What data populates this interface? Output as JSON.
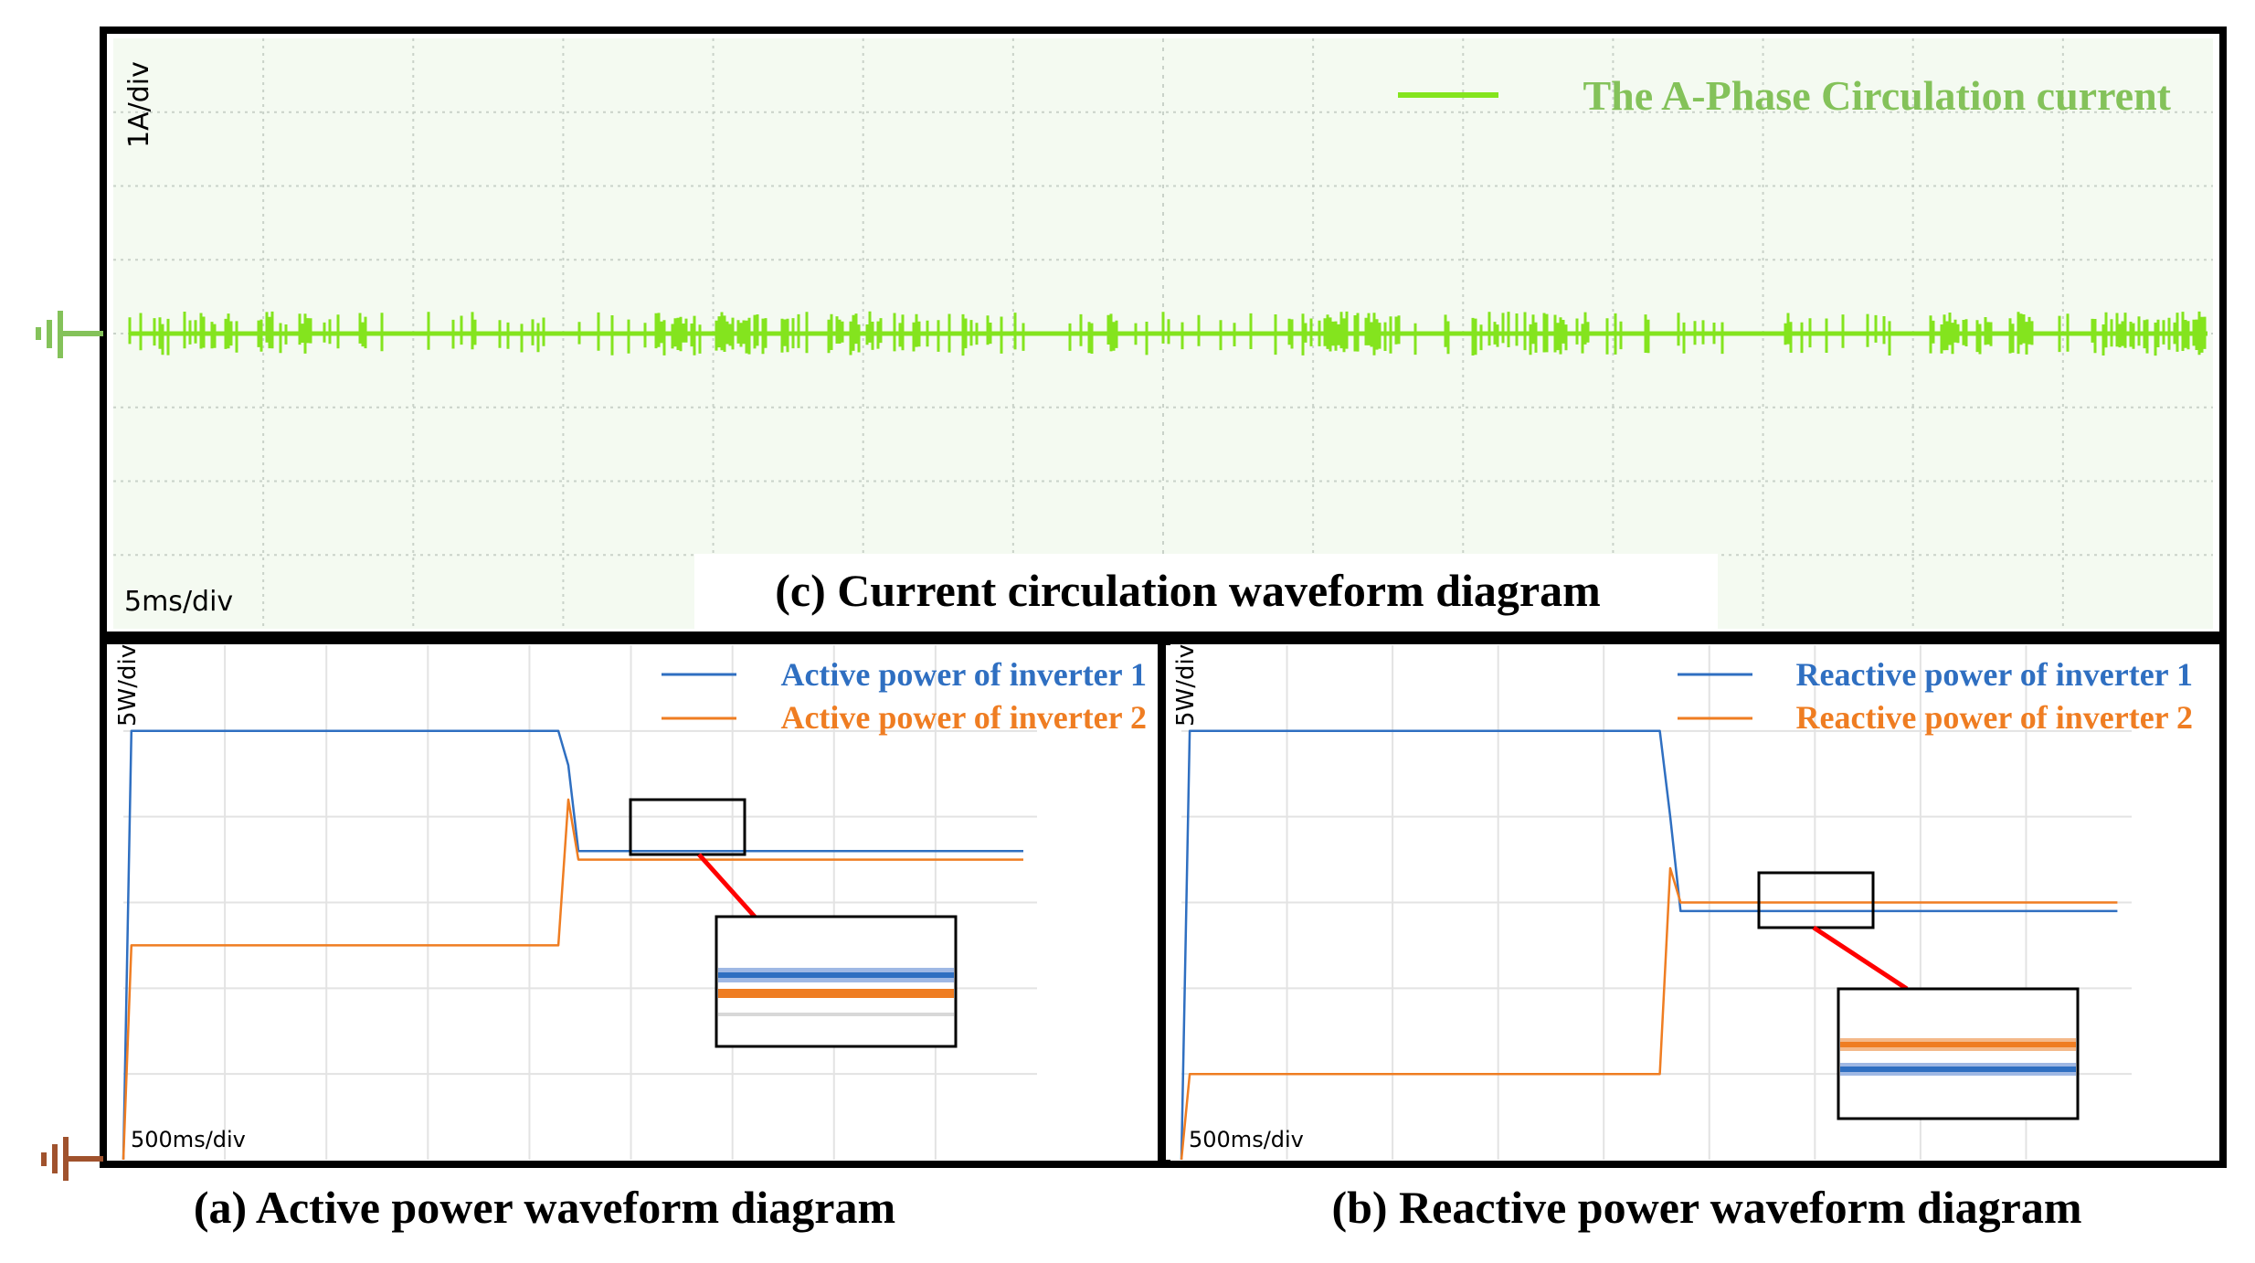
{
  "colors": {
    "circulation": "#84e41e",
    "inverter1": "#2f6fc1",
    "inverter2": "#ef7d22",
    "grid": "#cfd6cf",
    "zoom_line": "#ff0000",
    "ground_top": "#84c25a",
    "ground_bottom": "#a0522d"
  },
  "chart_data": [
    {
      "id": "c",
      "type": "line",
      "caption": "(c) Current circulation waveform diagram",
      "y_scale_label": "1A/div",
      "x_scale_label": "5ms/div",
      "grid": true,
      "grid_divisions": {
        "x": 14,
        "y": 8
      },
      "legend_position": "top-right",
      "series": [
        {
          "name": "The A-Phase Circulation current",
          "description_values": {
            "baseline_div": 0,
            "burst_amplitude_div": 0.3
          }
        }
      ]
    },
    {
      "id": "a",
      "type": "line",
      "caption": "(a) Active power waveform diagram",
      "y_scale_label": "5W/div",
      "x_scale_label": "500ms/div",
      "grid": true,
      "legend_position": "top-right",
      "series": [
        {
          "name": "Active power of inverter 1",
          "x": [
            0.0,
            0.08,
            0.15,
            4.35,
            4.45,
            4.55,
            4.65,
            9.0
          ],
          "y": [
            0,
            5.0,
            5.0,
            5.0,
            4.6,
            3.6,
            3.6,
            3.6
          ]
        },
        {
          "name": "Active power of inverter 2",
          "x": [
            0.0,
            0.08,
            0.15,
            4.35,
            4.45,
            4.55,
            4.65,
            9.0
          ],
          "y": [
            0,
            2.5,
            2.5,
            2.5,
            4.2,
            3.5,
            3.5,
            3.5
          ]
        }
      ]
    },
    {
      "id": "b",
      "type": "line",
      "caption": "(b) Reactive power waveform diagram",
      "y_scale_label": "5W/div",
      "x_scale_label": "500ms/div",
      "grid": true,
      "legend_position": "top-right",
      "series": [
        {
          "name": "Reactive power of inverter 1",
          "x": [
            0.0,
            0.08,
            0.15,
            4.6,
            4.7,
            4.8,
            4.9,
            9.0
          ],
          "y": [
            0,
            5.0,
            5.0,
            5.0,
            4.0,
            2.9,
            2.9,
            2.9
          ]
        },
        {
          "name": "Reactive power of inverter 2",
          "x": [
            0.0,
            0.08,
            0.15,
            4.6,
            4.7,
            4.8,
            4.9,
            9.0
          ],
          "y": [
            0,
            1.0,
            1.0,
            1.0,
            3.4,
            3.0,
            3.0,
            3.0
          ]
        }
      ]
    }
  ]
}
